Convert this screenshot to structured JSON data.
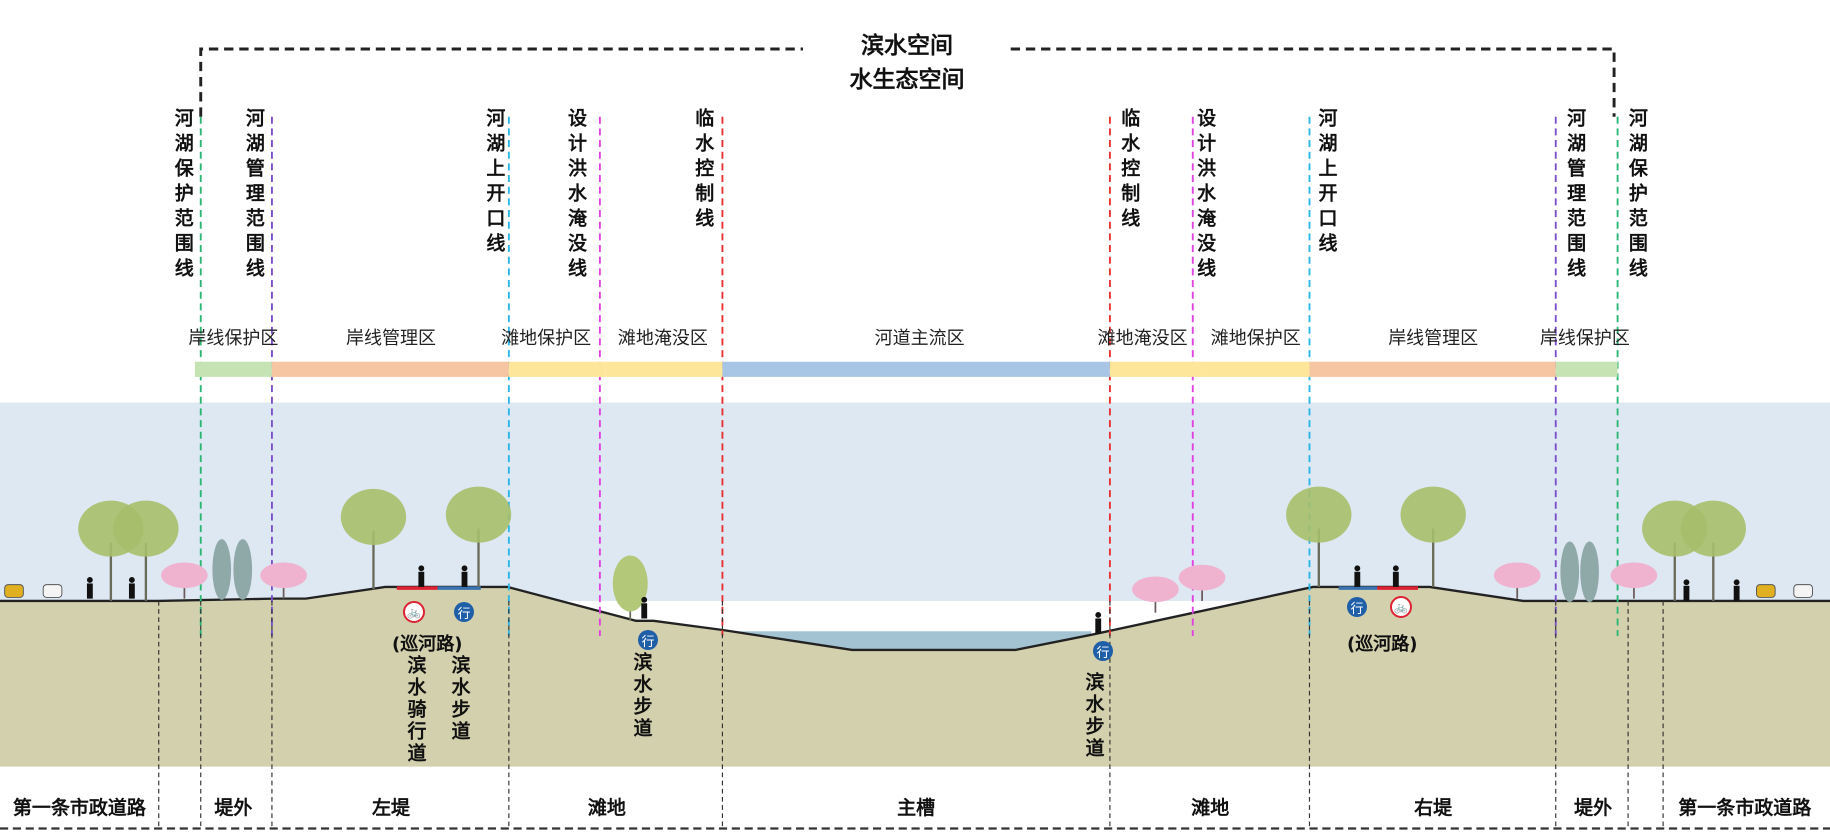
{
  "header": {
    "title_line1": "滨水空间",
    "title_line2": "水生态空间"
  },
  "boundary_lines": [
    {
      "label": "河湖保护范围线",
      "color": "#2bb673"
    },
    {
      "label": "河湖管理范围线",
      "color": "#7b4fc9"
    },
    {
      "label": "河湖上开口线",
      "color": "#29b6e6"
    },
    {
      "label": "设计洪水淹没线",
      "color": "#e040e0"
    },
    {
      "label": "临水控制线",
      "color": "#e83030"
    },
    {
      "label": "临水控制线",
      "color": "#e83030"
    },
    {
      "label": "设计洪水淹没线",
      "color": "#e040e0"
    },
    {
      "label": "河湖上开口线",
      "color": "#29b6e6"
    },
    {
      "label": "河湖管理范围线",
      "color": "#7b4fc9"
    },
    {
      "label": "河湖保护范围线",
      "color": "#2bb673"
    }
  ],
  "zones": [
    {
      "label": "岸线保护区",
      "color": "#c6e3b3"
    },
    {
      "label": "岸线管理区",
      "color": "#f6c5a2"
    },
    {
      "label": "滩地保护区",
      "color": "#fde69a"
    },
    {
      "label": "滩地淹没区",
      "color": "#fde69a"
    },
    {
      "label": "河道主流区",
      "color": "#a7c6e6"
    },
    {
      "label": "滩地淹没区",
      "color": "#fde69a"
    },
    {
      "label": "滩地保护区",
      "color": "#fde69a"
    },
    {
      "label": "岸线管理区",
      "color": "#f6c5a2"
    },
    {
      "label": "岸线保护区",
      "color": "#c6e3b3"
    }
  ],
  "paths": {
    "left_patrol": "(巡河路)",
    "left_bike": "滨水骑行道",
    "left_walk": "滨水步道",
    "shoal_walk": "滨水步道",
    "water_walk": "滨水步道",
    "right_patrol": "(巡河路)"
  },
  "icons": {
    "walk": "行",
    "bike": "🚲"
  },
  "sections": [
    "第一条市政道路",
    "堤外",
    "左堤",
    "滩地",
    "主槽",
    "滩地",
    "右堤",
    "堤外",
    "第一条市政道路"
  ],
  "colors": {
    "sky": "#dde8f3",
    "ground": "#d3d0ae",
    "water": "#8cb4c8"
  }
}
